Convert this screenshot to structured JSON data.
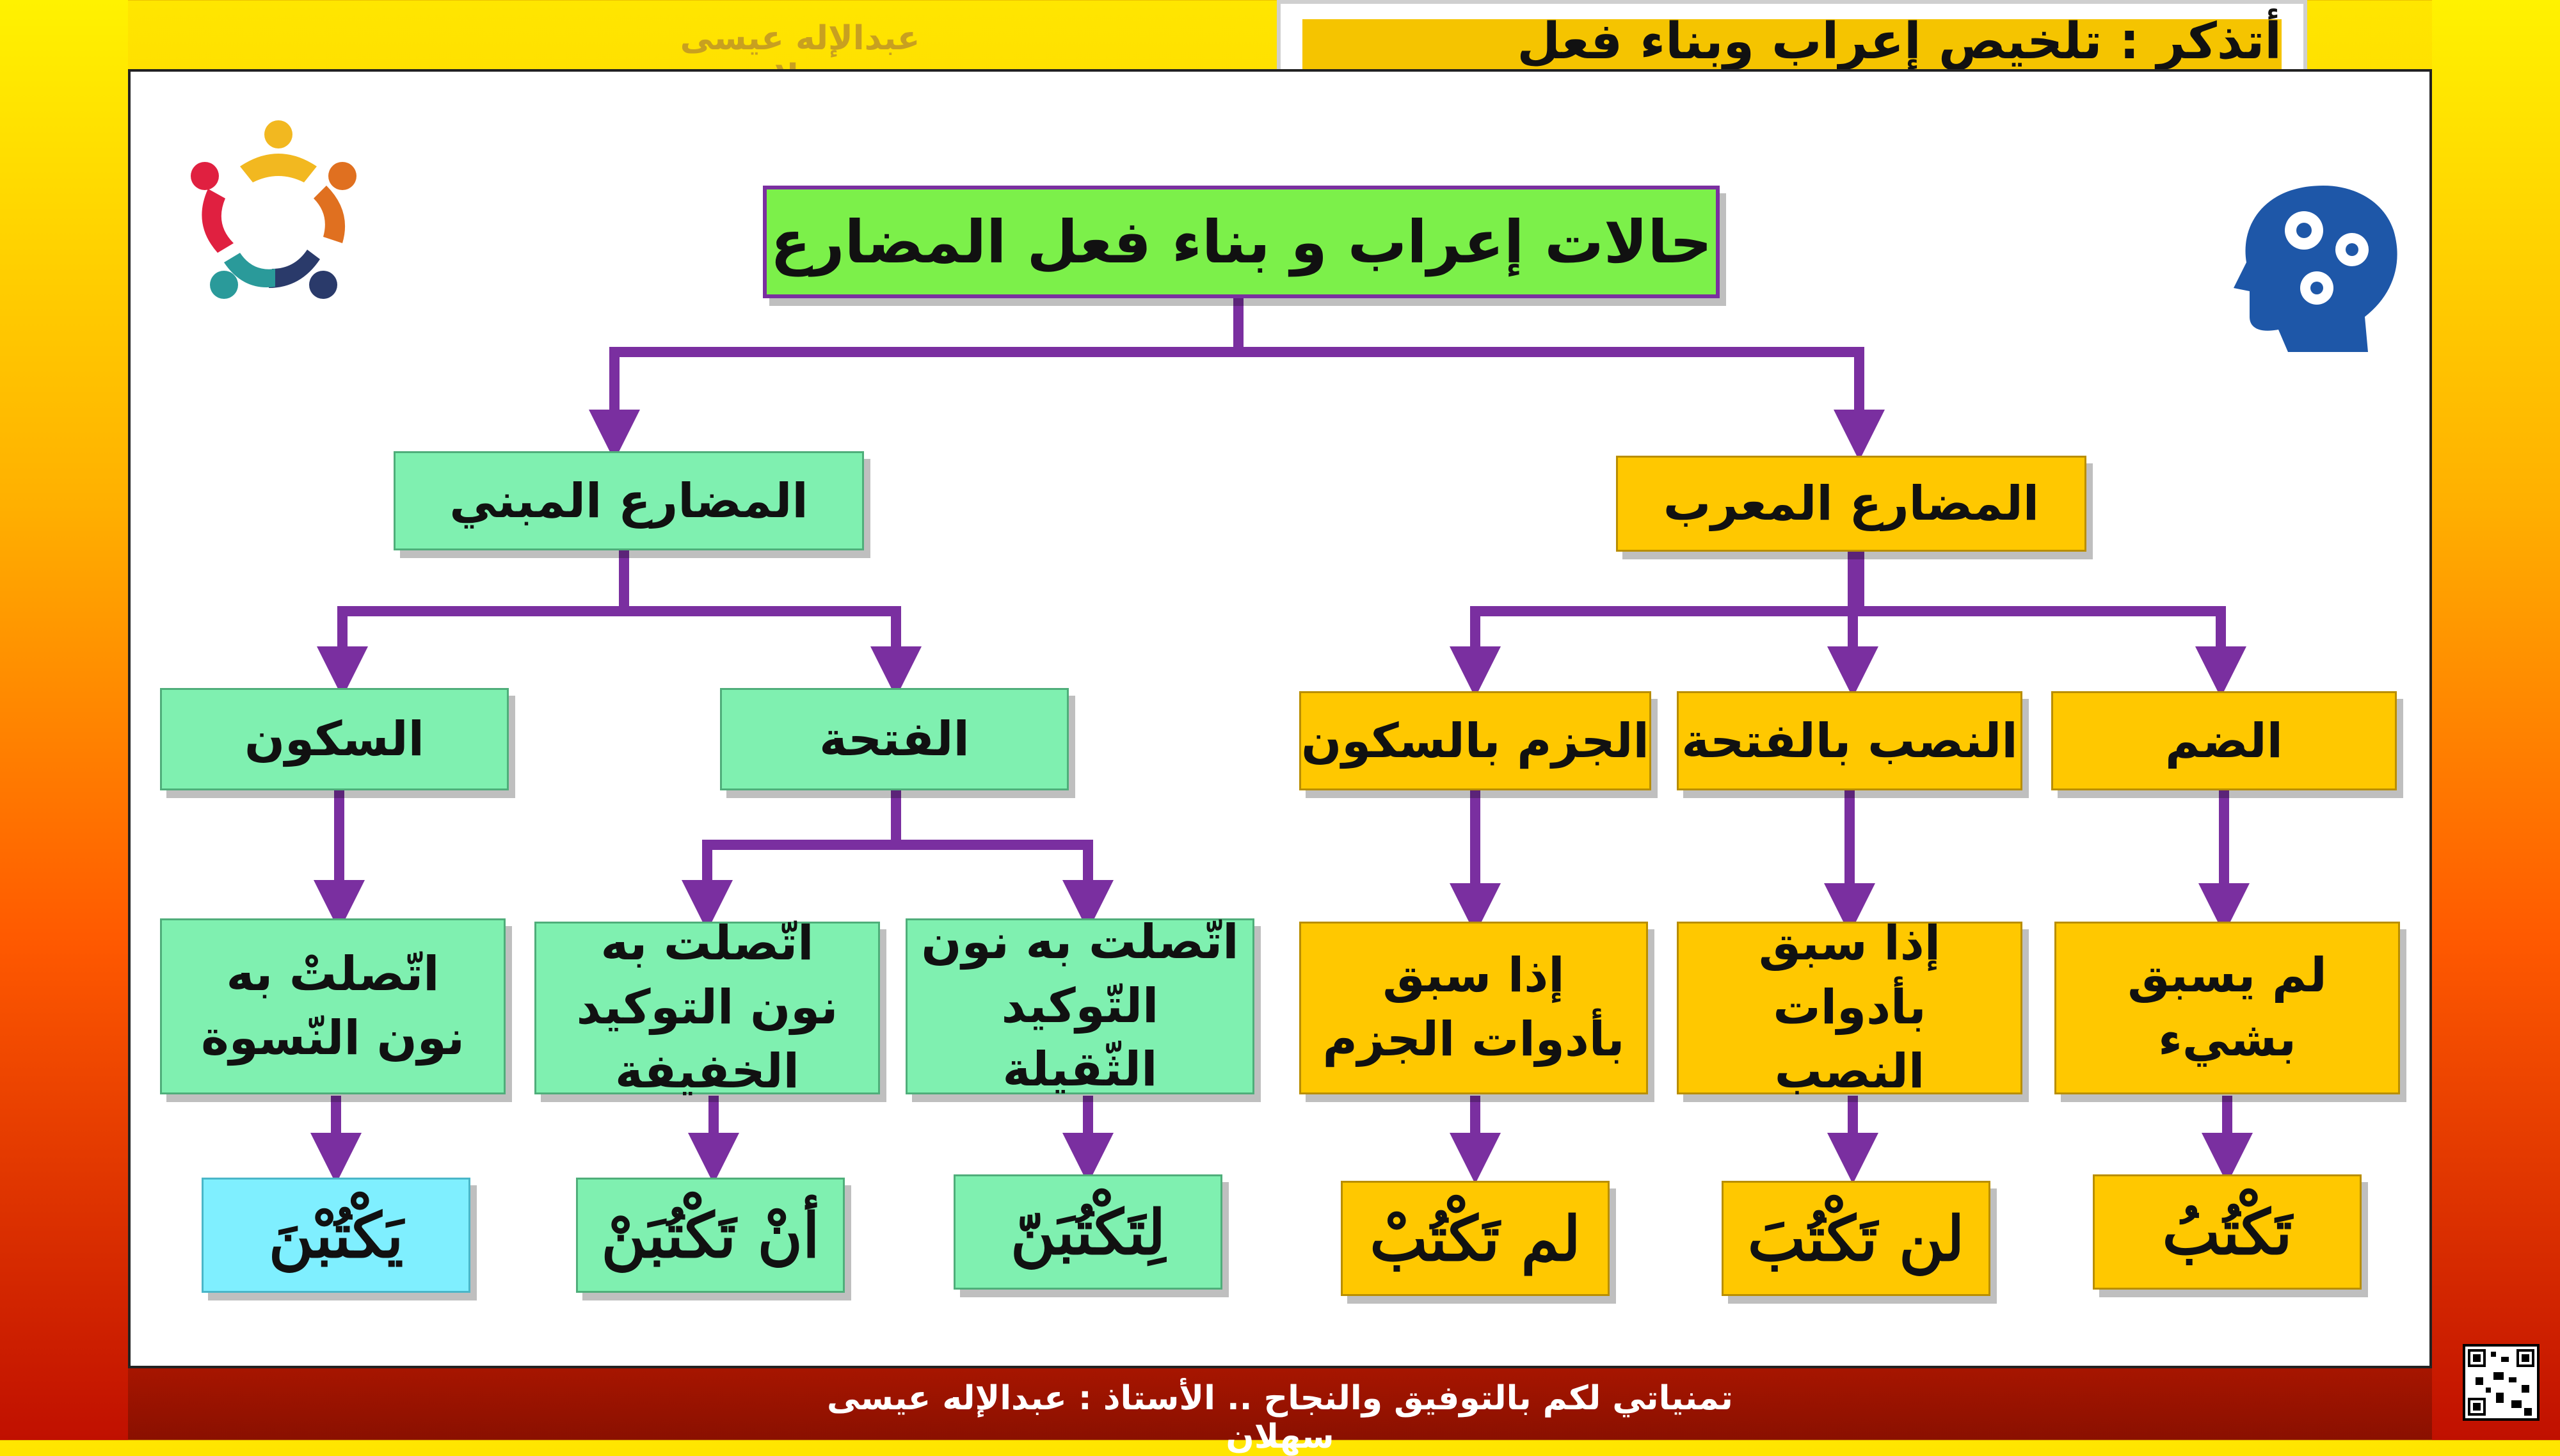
{
  "header": {
    "author_top": "عبدالإله عيسى سهلان",
    "title": "أتذكر : تلخيص إعراب وبناء فعل المضارع"
  },
  "diagram": {
    "root": "حالات إعراب و بناء فعل المضارع",
    "mabni": {
      "label": "المضارع المبني",
      "sukoon": {
        "label": "السكون",
        "condition": "اتّصلتْ به نون النّسوة",
        "example": "يَكْتُبْنَ"
      },
      "fatha": {
        "label": "الفتحة",
        "light": {
          "condition": "اتّصلت به نون التوكيد الخفيفة",
          "example": "أنْ تَكْتُبَنْ"
        },
        "heavy": {
          "condition": "اتّصلت به نون التّوكيد الثّقيلة",
          "example": "لِتَكْتُبَنّ"
        }
      }
    },
    "murab": {
      "label": "المضارع المعرب",
      "jazm": {
        "label": "الجزم بالسكون",
        "condition": "إذا سبق بأدوات الجزم",
        "example": "لم تَكْتُبْ"
      },
      "nasb": {
        "label": "النصب بالفتحة",
        "condition": "إذا سبق بأدوات النصب",
        "example": "لن تَكْتُبَ"
      },
      "damm": {
        "label": "الضم",
        "condition": "لم يسبق بشيء",
        "example": "تَكْتُبُ"
      }
    }
  },
  "footer": {
    "text": "تمنياتي لكم بالتوفيق والنجاح .. الأستاذ : عبدالإله عيسى سهلان"
  },
  "colors": {
    "connector": "#7a2fa0",
    "green_box": "#7ff0b0",
    "yellow_box": "#ffc800",
    "cyan_box": "#7fefff",
    "root_box": "#7cf04a"
  },
  "icons": [
    "teamwork-icon",
    "brain-gears-icon",
    "qr-code-icon"
  ]
}
